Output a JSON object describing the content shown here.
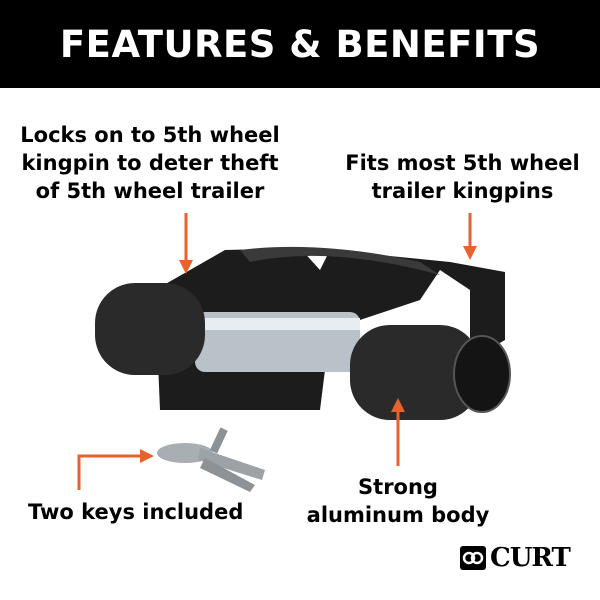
{
  "header": {
    "title": "FEATURES & BENEFITS"
  },
  "callouts": {
    "lock": [
      "Locks on to 5th wheel",
      "kingpin to deter theft",
      "of 5th wheel trailer"
    ],
    "fits": [
      "Fits most 5th wheel",
      "trailer kingpins"
    ],
    "keys": [
      "Two keys included"
    ],
    "body": [
      "Strong",
      "aluminum body"
    ]
  },
  "brand": {
    "logo": "CURT"
  },
  "colors": {
    "arrow": "#e8622c",
    "header_bg": "#000000",
    "product": "#1a1a1a",
    "pin": "#b8c0c8"
  }
}
